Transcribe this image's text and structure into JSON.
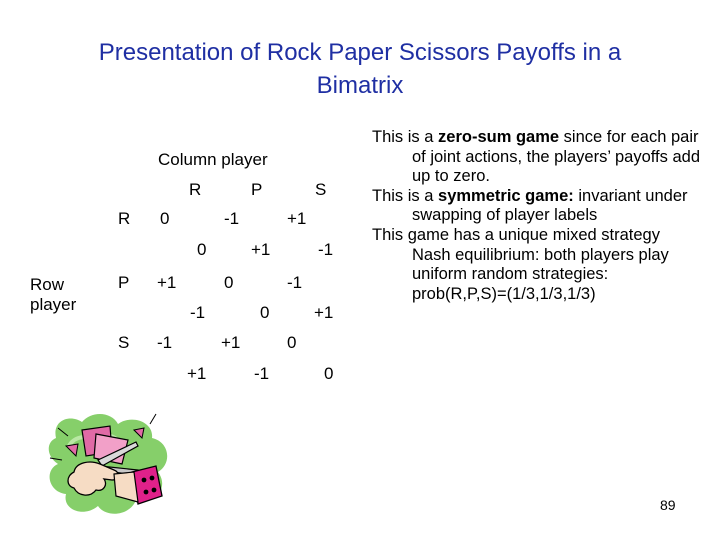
{
  "slide": {
    "title_line1": "Presentation of Rock Paper Scissors Payoffs in a",
    "title_line2": "Bimatrix",
    "page_number": "89"
  },
  "matrix": {
    "column_player_label": "Column player",
    "row_player_label_line1": "Row",
    "row_player_label_line2": "player",
    "column_headers": [
      "R",
      "P",
      "S"
    ],
    "row_headers": [
      "R",
      "P",
      "S"
    ],
    "row_payoffs": [
      [
        "0",
        "-1",
        "+1"
      ],
      [
        "+1",
        "0",
        "-1"
      ],
      [
        "-1",
        "+1",
        "0"
      ]
    ],
    "column_payoffs": [
      [
        "0",
        "+1",
        "-1"
      ],
      [
        "-1",
        "0",
        "+1"
      ],
      [
        "+1",
        "-1",
        "0"
      ]
    ]
  },
  "notes": [
    {
      "pre": "This is a ",
      "bold": "zero-sum game",
      "post": " since for each pair of joint actions, the players’ payoffs add up to zero."
    },
    {
      "pre": "This is a ",
      "bold": "symmetric game:",
      "post": " invariant under swapping of player labels"
    },
    {
      "pre": "",
      "bold": "",
      "post": "This game has a unique mixed strategy Nash equilibrium: both players play uniform random strategies: prob(R,P,S)=(1/3,1/3,1/3)"
    }
  ],
  "clipart": {
    "icon": "scissors-cutting-paper-icon"
  }
}
